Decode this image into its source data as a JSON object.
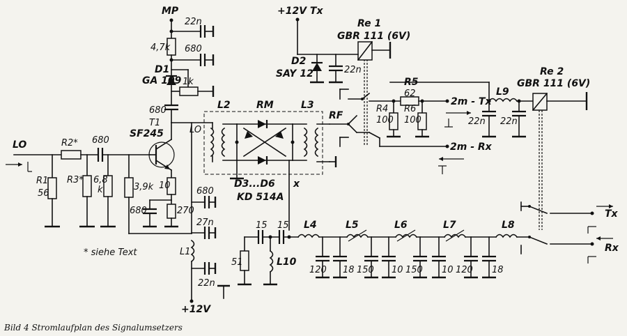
{
  "caption": "Bild 4   Stromlaufplan des Signalumsetzers",
  "footnote": "* siehe Text",
  "supply": {
    "mp": "MP",
    "plus12": "+12V",
    "plus12_tx": "+12V Tx"
  },
  "ports": {
    "lo": "LO",
    "rf": "RF",
    "x": "x",
    "tx2m": "2m - Tx",
    "rx2m": "2m - Rx",
    "tx": "Tx",
    "rx": "Rx"
  },
  "components": {
    "t1": "T1",
    "t1_type": "SF245",
    "d1": "D1",
    "d1_type": "GA 109",
    "d2": "D2",
    "d2_type": "SAY 12",
    "mixer": "RM",
    "mixer_diodes": "D3...D6",
    "mixer_diodes_type": "KD 514A",
    "re1": "Re 1",
    "re1_type": "GBR 111 (6V)",
    "re2": "Re 2",
    "re2_type": "GBR 111 (6V)",
    "r1": "R1",
    "r1_val": "56",
    "r2": "R2*",
    "r3": "R3*",
    "r4": "R4",
    "r4_val": "100",
    "r5": "R5",
    "r5_val": "62",
    "r6": "R6",
    "r6_val": "100",
    "l1": "L1",
    "l2": "L2",
    "l3": "L3",
    "l4": "L4",
    "l5": "L5",
    "l6": "L6",
    "l7": "L7",
    "l8": "L8",
    "l9": "L9",
    "l10": "L10"
  },
  "values": {
    "c_22n": "22n",
    "r_47k": "4,7k",
    "c_680": "680",
    "r_1k": "1k",
    "r_68k_a": "6,8",
    "r_68k_b": "k",
    "r_39k": "3,9k",
    "r_10": "10",
    "r_270": "270",
    "c_27n": "27n",
    "c_15": "15",
    "r_51": "51",
    "c_120": "120",
    "c_18": "18",
    "c_150": "150",
    "c_10": "10"
  }
}
